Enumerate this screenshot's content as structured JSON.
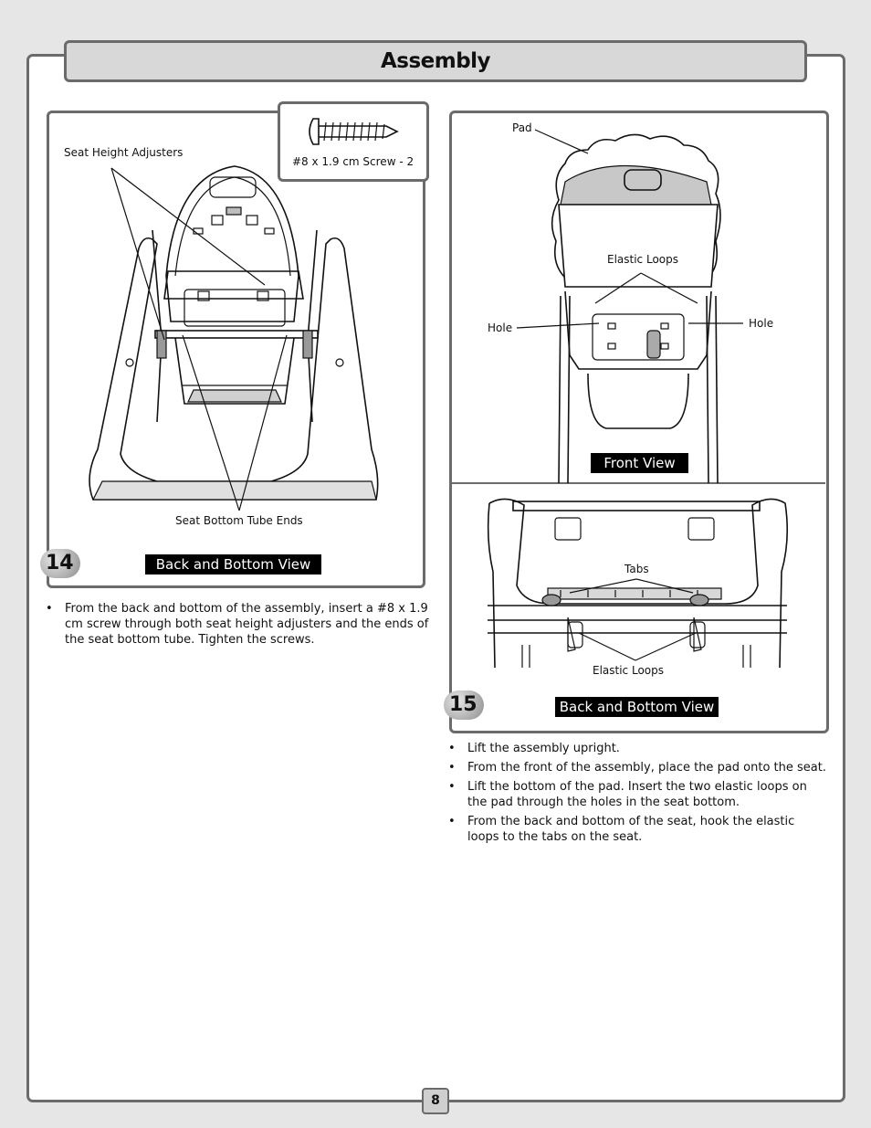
{
  "header": {
    "title": "Assembly"
  },
  "step14": {
    "number": "14",
    "callout": "#8 x 1.9 cm Screw - 2",
    "labels": {
      "adjusters": "Seat Height Adjusters",
      "tube_ends": "Seat Bottom Tube Ends"
    },
    "view": "Back and Bottom View",
    "instructions": [
      "From the back and bottom of the assembly, insert a #8 x 1.9 cm screw through both seat height adjusters and the ends of the seat bottom tube. Tighten the screws."
    ]
  },
  "step15": {
    "number": "15",
    "front": {
      "labels": {
        "pad": "Pad",
        "elastic_loops": "Elastic Loops",
        "hole_left": "Hole",
        "hole_right": "Hole"
      },
      "view": "Front View"
    },
    "back": {
      "labels": {
        "tabs": "Tabs",
        "elastic_loops": "Elastic Loops"
      },
      "view": "Back and Bottom View"
    },
    "instructions": [
      "Lift the assembly upright.",
      "From the front of the assembly, place the pad onto the seat.",
      "Lift the bottom of the pad. Insert the two elastic loops on the pad through the holes in the seat bottom.",
      "From the back and bottom of the seat, hook the elastic loops to the tabs on the seat."
    ]
  },
  "footer": {
    "page_number": "8"
  }
}
